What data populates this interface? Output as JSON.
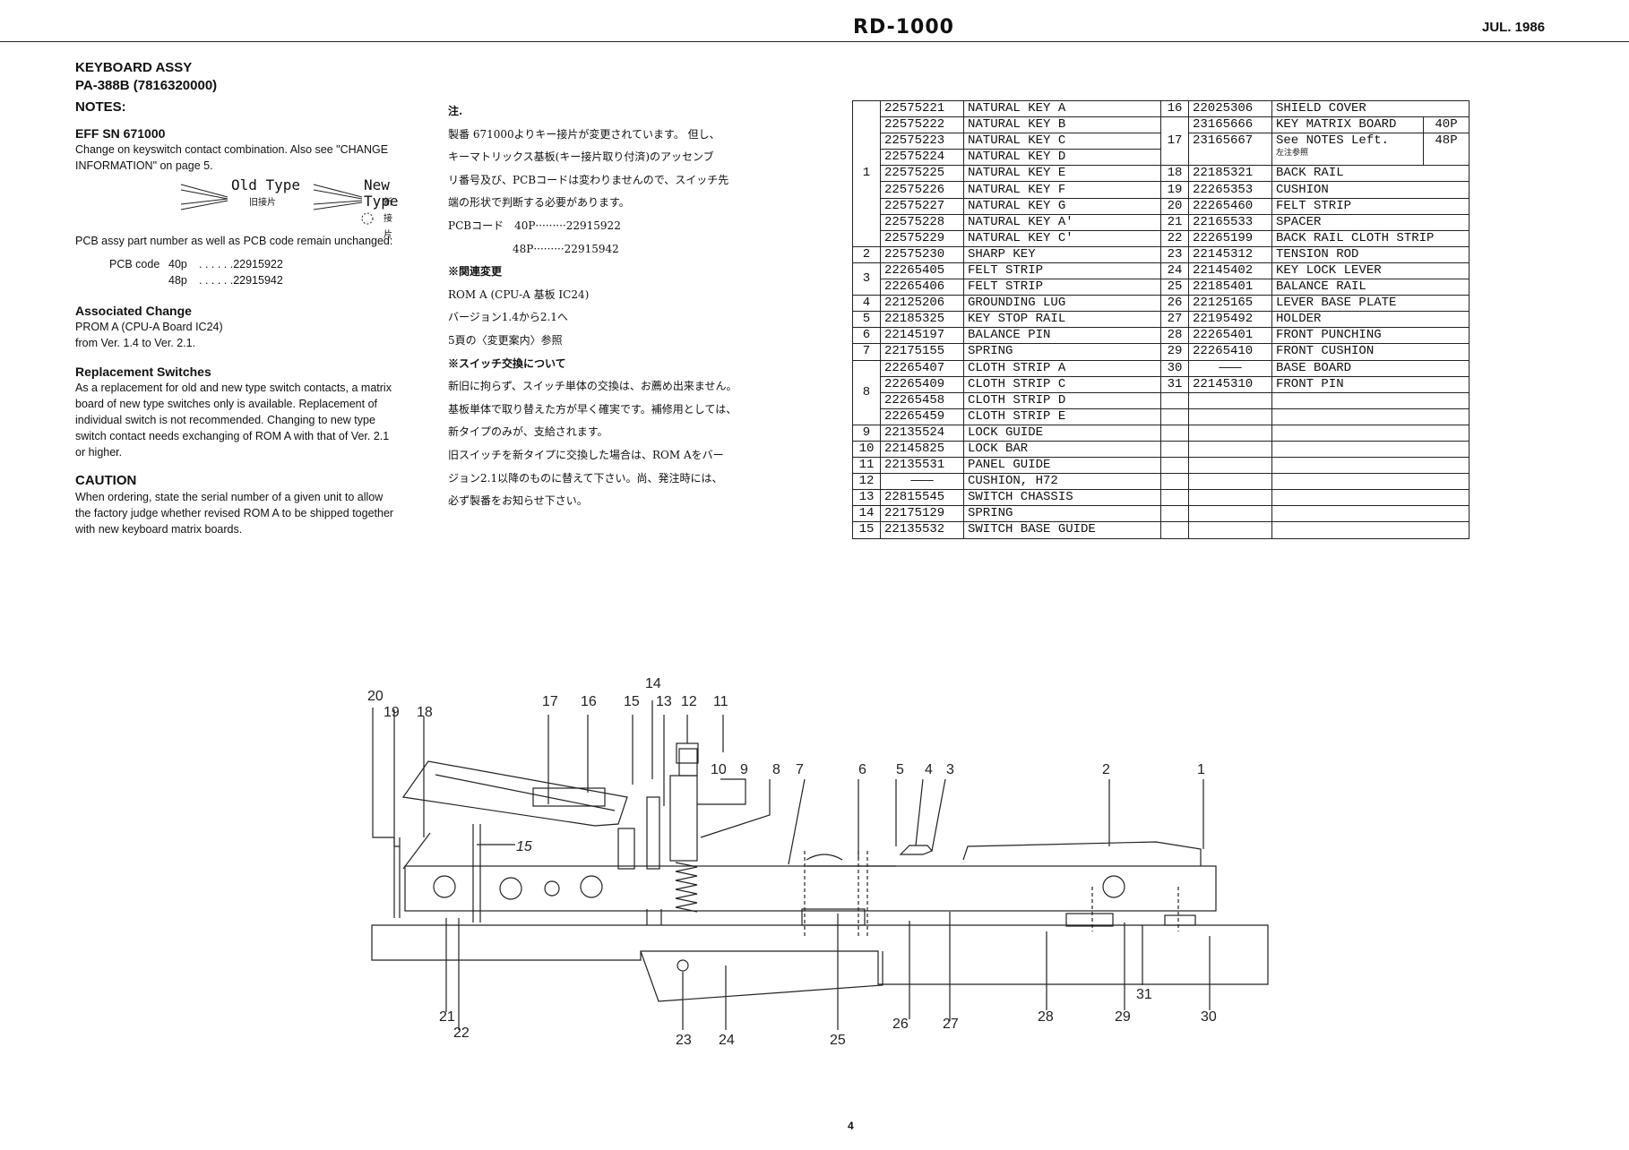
{
  "header": {
    "title": "RD-1000",
    "date": "JUL. 1986",
    "page_number": "4"
  },
  "left": {
    "heading1": "KEYBOARD ASSY",
    "heading2": "PA-388B (7816320000)",
    "notes_label": "NOTES:",
    "eff": "EFF SN 671000",
    "eff_text": "Change on keyswitch contact combination. Also see \"CHANGE INFORMATION\" on page 5.",
    "old_type": "Old Type",
    "old_type_jp": "旧接片",
    "new_type": "New Type",
    "new_type_jp": "新接片",
    "pcb_text": "PCB assy part number as well as PCB code remain unchanged:",
    "pcb_label": "PCB code",
    "pcb_40": "40p",
    "pcb_40_val": ". . . . . .22915922",
    "pcb_48": "48p",
    "pcb_48_val": ". . . . . .22915942",
    "assoc_heading": "Associated Change",
    "assoc_text1": "PROM A (CPU-A Board IC24)",
    "assoc_text2": "from Ver. 1.4 to Ver. 2.1.",
    "repl_heading": "Replacement Switches",
    "repl_text": "As a replacement for old and new type switch contacts, a matrix board of new type switches only is available. Replacement of individual switch is not recommended. Changing to new type switch contact needs exchanging of ROM A with that of Ver. 2.1 or higher.",
    "caution_heading": "CAUTION",
    "caution_text": "When ordering, state the serial number of a given unit to allow the factory judge whether revised ROM A to be shipped together with new keyboard matrix boards."
  },
  "jp": {
    "title": "注.",
    "lines": [
      "製番 671000よりキー接片が変更されています。 但し、",
      "キーマトリックス基板(キー接片取り付済)のアッセンブ",
      "リ番号及び、PCBコードは変わりませんので、スイッチ先",
      "端の形状で判断する必要があります。",
      "PCBコード　40P·········22915922",
      "　　　　　　48P·········22915942"
    ],
    "related_title": "※関連変更",
    "related_lines": [
      "ROM A (CPU-A 基板 IC24)",
      "バージョン1.4から2.1へ",
      "5頁の〈変更案内〉参照"
    ],
    "switch_title": "※スイッチ交換について",
    "switch_lines": [
      "新旧に拘らず、スイッチ単体の交換は、お薦め出来ません。",
      "基板単体で取り替えた方が早く確実です。補修用としては、",
      "新タイプのみが、支給されます。",
      "旧スイッチを新タイプに交換した場合は、ROM Aをバー",
      "ジョン2.1以降のものに替えて下さい。尚、発注時には、",
      "必ず製番をお知らせ下さい。"
    ]
  },
  "parts_left": [
    {
      "no": "1",
      "pn": "22575221",
      "desc": "NATURAL KEY A"
    },
    {
      "no": "",
      "pn": "22575222",
      "desc": "NATURAL KEY B"
    },
    {
      "no": "",
      "pn": "22575223",
      "desc": "NATURAL KEY C"
    },
    {
      "no": "",
      "pn": "22575224",
      "desc": "NATURAL KEY D"
    },
    {
      "no": "",
      "pn": "22575225",
      "desc": "NATURAL KEY E"
    },
    {
      "no": "",
      "pn": "22575226",
      "desc": "NATURAL KEY F"
    },
    {
      "no": "",
      "pn": "22575227",
      "desc": "NATURAL KEY G"
    },
    {
      "no": "",
      "pn": "22575228",
      "desc": "NATURAL KEY A'"
    },
    {
      "no": "",
      "pn": "22575229",
      "desc": "NATURAL KEY C'"
    },
    {
      "no": "2",
      "pn": "22575230",
      "desc": "SHARP KEY"
    },
    {
      "no": "3",
      "pn": "22265405",
      "desc": "FELT STRIP"
    },
    {
      "no": "",
      "pn": "22265406",
      "desc": "FELT STRIP"
    },
    {
      "no": "4",
      "pn": "22125206",
      "desc": "GROUNDING LUG"
    },
    {
      "no": "5",
      "pn": "22185325",
      "desc": "KEY STOP RAIL"
    },
    {
      "no": "6",
      "pn": "22145197",
      "desc": "BALANCE PIN"
    },
    {
      "no": "7",
      "pn": "22175155",
      "desc": "SPRING"
    },
    {
      "no": "8",
      "pn": "22265407",
      "desc": "CLOTH STRIP A"
    },
    {
      "no": "",
      "pn": "22265409",
      "desc": "CLOTH STRIP C"
    },
    {
      "no": "",
      "pn": "22265458",
      "desc": "CLOTH STRIP D"
    },
    {
      "no": "",
      "pn": "22265459",
      "desc": "CLOTH STRIP E"
    },
    {
      "no": "9",
      "pn": "22135524",
      "desc": "LOCK GUIDE"
    },
    {
      "no": "10",
      "pn": "22145825",
      "desc": "LOCK BAR"
    },
    {
      "no": "11",
      "pn": "22135531",
      "desc": "PANEL GUIDE"
    },
    {
      "no": "12",
      "pn": "———",
      "desc": "CUSHION, H72"
    },
    {
      "no": "13",
      "pn": "22815545",
      "desc": "SWITCH CHASSIS"
    },
    {
      "no": "14",
      "pn": "22175129",
      "desc": "SPRING"
    },
    {
      "no": "15",
      "pn": "22135532",
      "desc": "SWITCH BASE GUIDE"
    }
  ],
  "parts_right": [
    {
      "no": "16",
      "pn": "22025306",
      "desc": "SHIELD COVER"
    },
    {
      "no": "17",
      "pn": "23165666",
      "desc": "KEY MATRIX BOARD",
      "v": "40P"
    },
    {
      "no": "",
      "pn": "23165667",
      "desc": "See NOTES Left.",
      "note": "左注参照",
      "v": "48P"
    },
    {
      "no": "18",
      "pn": "22185321",
      "desc": "BACK RAIL"
    },
    {
      "no": "19",
      "pn": "22265353",
      "desc": "CUSHION"
    },
    {
      "no": "20",
      "pn": "22265460",
      "desc": "FELT STRIP"
    },
    {
      "no": "21",
      "pn": "22165533",
      "desc": "SPACER"
    },
    {
      "no": "22",
      "pn": "22265199",
      "desc": "BACK RAIL CLOTH STRIP"
    },
    {
      "no": "23",
      "pn": "22145312",
      "desc": "TENSION ROD"
    },
    {
      "no": "24",
      "pn": "22145402",
      "desc": "KEY LOCK LEVER"
    },
    {
      "no": "25",
      "pn": "22185401",
      "desc": "BALANCE RAIL"
    },
    {
      "no": "26",
      "pn": "22125165",
      "desc": "LEVER BASE PLATE"
    },
    {
      "no": "27",
      "pn": "22195492",
      "desc": "HOLDER"
    },
    {
      "no": "28",
      "pn": "22265401",
      "desc": "FRONT PUNCHING"
    },
    {
      "no": "29",
      "pn": "22265410",
      "desc": "FRONT CUSHION"
    },
    {
      "no": "30",
      "pn": "———",
      "desc": "BASE BOARD"
    },
    {
      "no": "31",
      "pn": "22145310",
      "desc": "FRONT PIN"
    }
  ],
  "diagram_labels": {
    "top": [
      "20",
      "19",
      "18",
      "17",
      "16",
      "15",
      "14",
      "13",
      "12",
      "11",
      "10",
      "9",
      "8",
      "7",
      "6",
      "5",
      "4",
      "3",
      "2",
      "1"
    ],
    "bottom": [
      "21",
      "22",
      "23",
      "24",
      "25",
      "26",
      "27",
      "28",
      "29",
      "30",
      "31"
    ],
    "inner": "15"
  }
}
